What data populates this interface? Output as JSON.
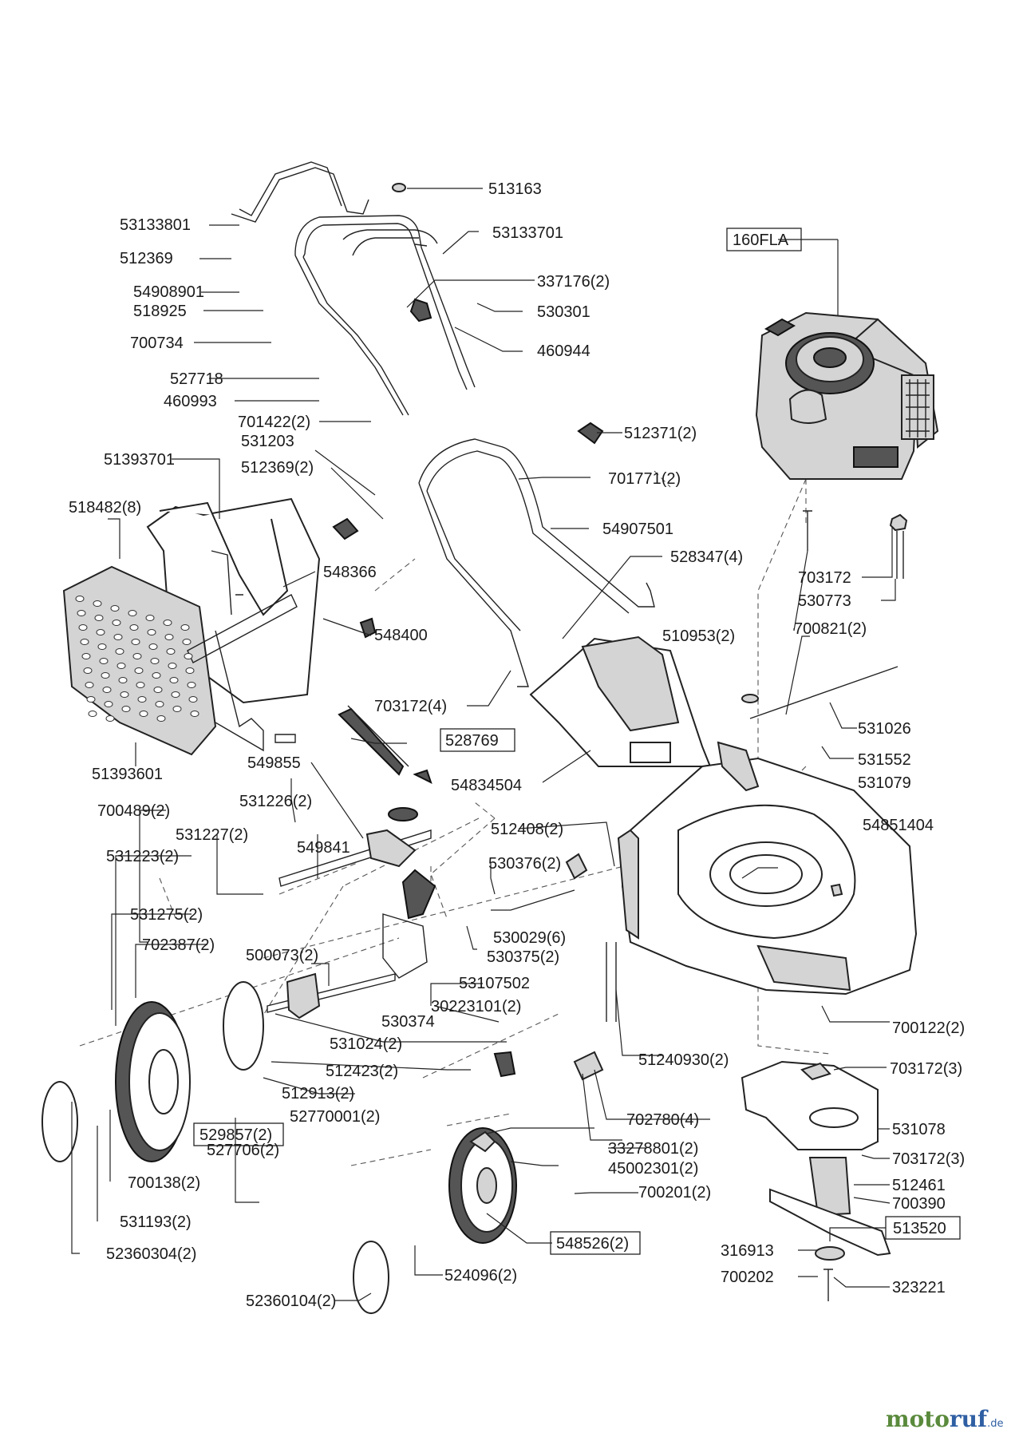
{
  "diagram": {
    "labels": [
      {
        "id": "l1",
        "text": "513163"
      },
      {
        "id": "l2",
        "text": "53133801"
      },
      {
        "id": "l3",
        "text": "53133701"
      },
      {
        "id": "l4",
        "text": "512369"
      },
      {
        "id": "l5",
        "text": "337176(2)"
      },
      {
        "id": "l6",
        "text": "54908901"
      },
      {
        "id": "l7",
        "text": "518925"
      },
      {
        "id": "l8",
        "text": "530301"
      },
      {
        "id": "l9",
        "text": "700734"
      },
      {
        "id": "l10",
        "text": "460944"
      },
      {
        "id": "l11",
        "text": "527718"
      },
      {
        "id": "l12",
        "text": "460993"
      },
      {
        "id": "l13",
        "text": "701422(2)"
      },
      {
        "id": "l14",
        "text": "531203"
      },
      {
        "id": "l15",
        "text": "512371(2)"
      },
      {
        "id": "l16",
        "text": "51393701"
      },
      {
        "id": "l17",
        "text": "512369(2)"
      },
      {
        "id": "l18",
        "text": "701771(2)"
      },
      {
        "id": "l19",
        "text": "518482(8)"
      },
      {
        "id": "l20",
        "text": "54907501"
      },
      {
        "id": "l21",
        "text": "548366"
      },
      {
        "id": "l22",
        "text": "528347(4)"
      },
      {
        "id": "l23",
        "text": "548400"
      },
      {
        "id": "l24",
        "text": "703172(4)"
      },
      {
        "id": "l25",
        "text": "51393601"
      },
      {
        "id": "l26",
        "text": "528769"
      },
      {
        "id": "l27",
        "text": "549855"
      },
      {
        "id": "l28",
        "text": "54834504"
      },
      {
        "id": "l29",
        "text": "510953(2)"
      },
      {
        "id": "l30",
        "text": "531026"
      },
      {
        "id": "l31",
        "text": "531552"
      },
      {
        "id": "l32",
        "text": "531079"
      },
      {
        "id": "l33",
        "text": "700489(2)"
      },
      {
        "id": "l34",
        "text": "531226(2)"
      },
      {
        "id": "l35",
        "text": "531227(2)"
      },
      {
        "id": "l36",
        "text": "549841"
      },
      {
        "id": "l37",
        "text": "531223(2)"
      },
      {
        "id": "l38",
        "text": "512408(2)"
      },
      {
        "id": "l39",
        "text": "54851404"
      },
      {
        "id": "l40",
        "text": "530376(2)"
      },
      {
        "id": "l41",
        "text": "531275(2)"
      },
      {
        "id": "l42",
        "text": "530029(6)"
      },
      {
        "id": "l43",
        "text": "702387(2)"
      },
      {
        "id": "l44",
        "text": "500073(2)"
      },
      {
        "id": "l45",
        "text": "530375(2)"
      },
      {
        "id": "l46",
        "text": "53107502"
      },
      {
        "id": "l47",
        "text": "530374"
      },
      {
        "id": "l48",
        "text": "30223101(2)"
      },
      {
        "id": "l49",
        "text": "700122(2)"
      },
      {
        "id": "l50",
        "text": "531024(2)"
      },
      {
        "id": "l51",
        "text": "51240930(2)"
      },
      {
        "id": "l52",
        "text": "703172(3)"
      },
      {
        "id": "l53",
        "text": "512423(2)"
      },
      {
        "id": "l54",
        "text": "512913(2)"
      },
      {
        "id": "l55",
        "text": "52770001(2)"
      },
      {
        "id": "l56",
        "text": "529857(2)"
      },
      {
        "id": "l57",
        "text": "527706(2)"
      },
      {
        "id": "l58",
        "text": "702780(4)"
      },
      {
        "id": "l59",
        "text": "531078"
      },
      {
        "id": "l60",
        "text": "33278801(2)"
      },
      {
        "id": "l61",
        "text": "703172(3)"
      },
      {
        "id": "l62",
        "text": "45002301(2)"
      },
      {
        "id": "l63",
        "text": "512461"
      },
      {
        "id": "l64",
        "text": "700138(2)"
      },
      {
        "id": "l65",
        "text": "700201(2)"
      },
      {
        "id": "l66",
        "text": "700390"
      },
      {
        "id": "l67",
        "text": "531193(2)"
      },
      {
        "id": "l68",
        "text": "513520"
      },
      {
        "id": "l69",
        "text": "316913"
      },
      {
        "id": "l70",
        "text": "548526(2)"
      },
      {
        "id": "l71",
        "text": "52360304(2)"
      },
      {
        "id": "l72",
        "text": "700202"
      },
      {
        "id": "l73",
        "text": "524096(2)"
      },
      {
        "id": "l74",
        "text": "323221"
      },
      {
        "id": "l75",
        "text": "52360104(2)"
      },
      {
        "id": "l76",
        "text": "160FLA"
      },
      {
        "id": "l77",
        "text": "703172"
      },
      {
        "id": "l78",
        "text": "530773"
      },
      {
        "id": "l79",
        "text": "700821(2)"
      }
    ]
  },
  "watermark": {
    "part1": "moto",
    "part2": "ruf",
    "suffix": ".de",
    "color_green": "#5a8a3c",
    "color_blue": "#2f5fa3"
  }
}
